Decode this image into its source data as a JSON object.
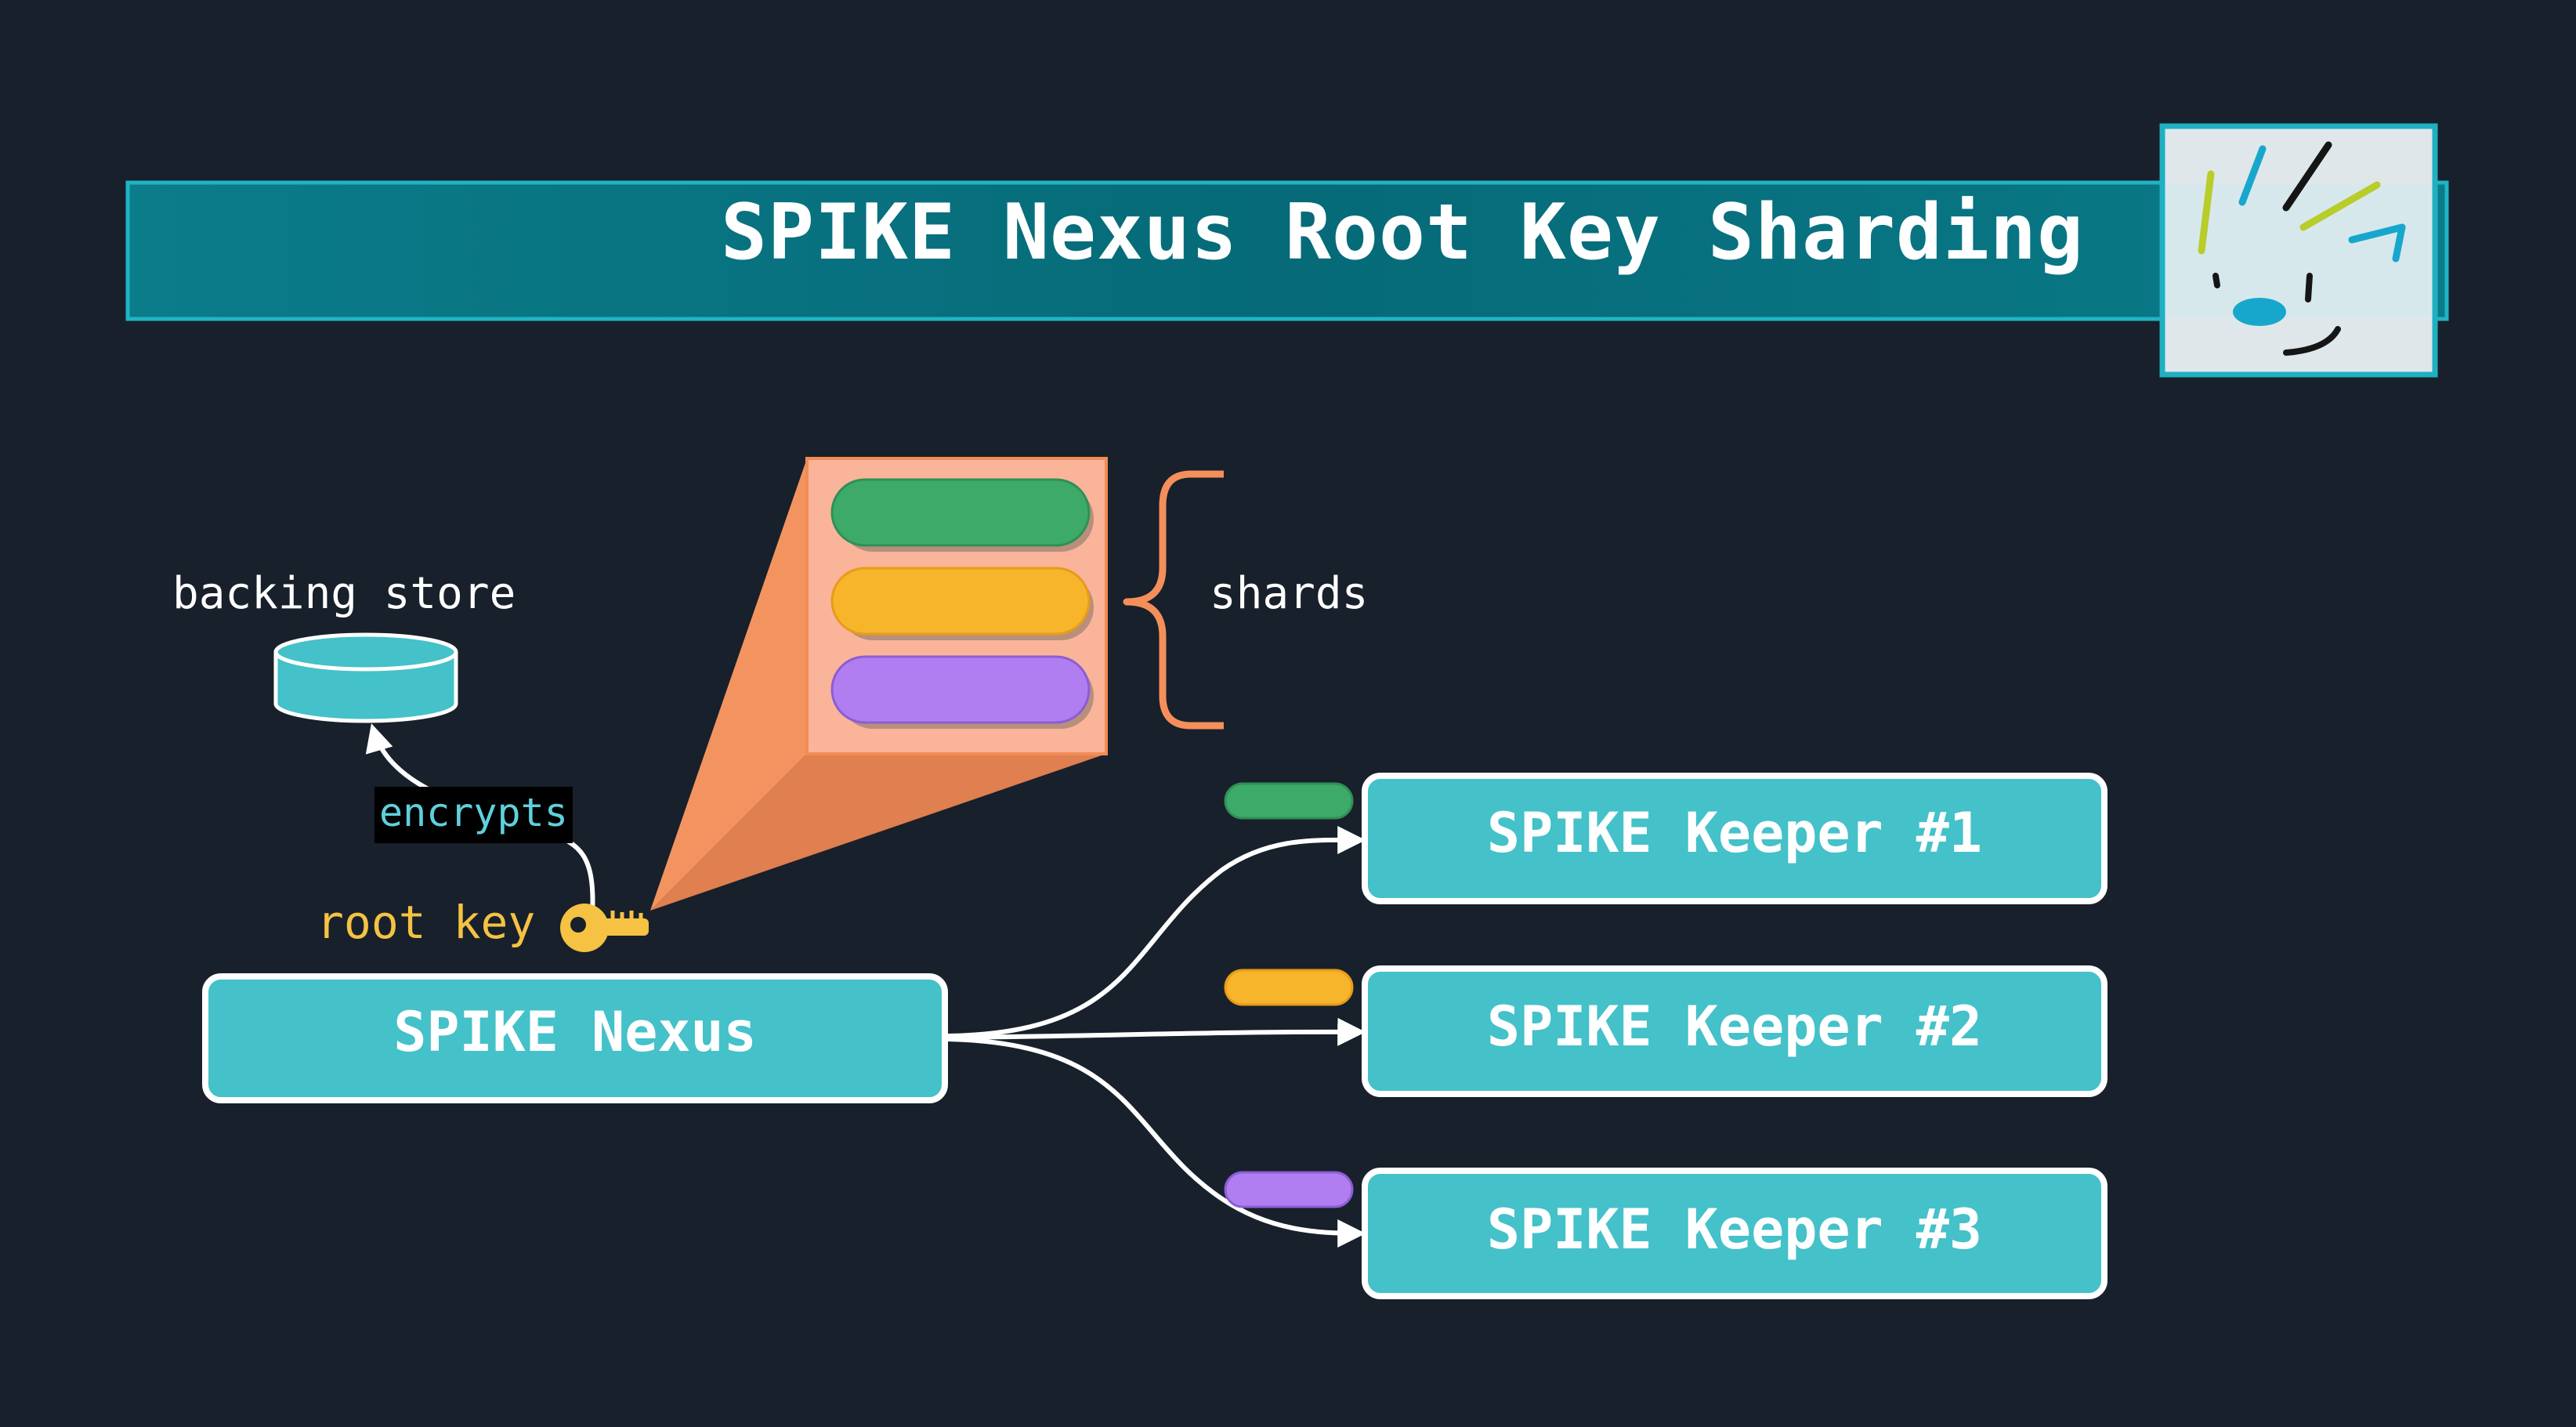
{
  "diagram": {
    "title": "SPIKE Nexus Root Key Sharding",
    "labels": {
      "backing_store": "backing store",
      "shards": "shards",
      "encrypts": "encrypts",
      "root_key": "root key"
    },
    "nodes": {
      "nexus": "SPIKE Nexus",
      "keeper_1": "SPIKE Keeper #1",
      "keeper_2": "SPIKE Keeper #2",
      "keeper_3": "SPIKE Keeper #3"
    },
    "shards": [
      {
        "name": "shard-green",
        "color": "#3daa6a"
      },
      {
        "name": "shard-yellow",
        "color": "#f6b52b"
      },
      {
        "name": "shard-purple",
        "color": "#b07ef0"
      }
    ],
    "colors": {
      "background": "#18202b",
      "teal": "#44c1c9",
      "title_banner": "#08707f",
      "orange": "#f58f5a",
      "key": "#f5c243",
      "edge": "#ffffff"
    },
    "icons": [
      "database-icon",
      "key-icon",
      "logo-face-icon",
      "brace-icon"
    ]
  }
}
